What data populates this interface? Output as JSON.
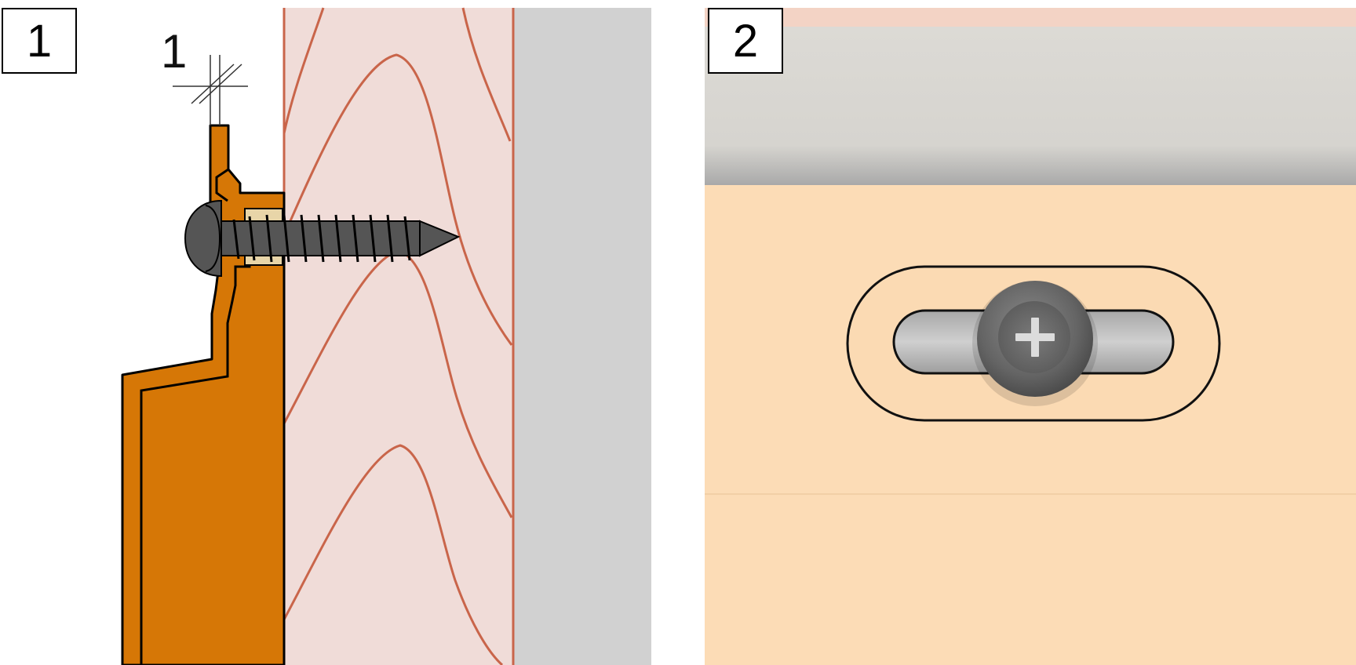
{
  "panels": [
    {
      "label": "1"
    },
    {
      "label": "2"
    }
  ],
  "dimension": {
    "value": "1"
  },
  "icons": [
    "screw-icon",
    "phillips-head-icon"
  ],
  "colors": {
    "siding": "#d67706",
    "siding_outline": "#000000",
    "wood": "#f0dcd8",
    "wood_grain": "#c9654a",
    "wall": "#d1d1d1",
    "screw": "#555555",
    "washer": "#e8d5a8",
    "photo_panel": "#fcdcb6",
    "photo_wall": "#d9d7d3"
  }
}
